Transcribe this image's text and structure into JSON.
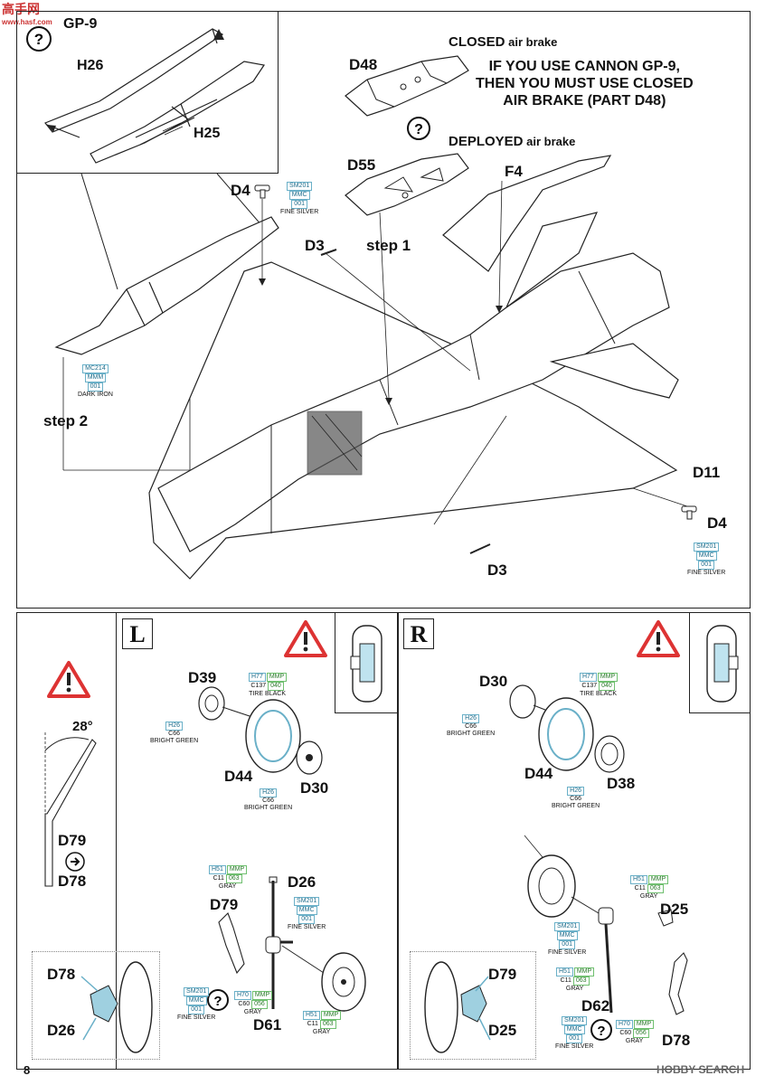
{
  "watermark_top": {
    "line1": "高手网",
    "line2": "www.hasf.com"
  },
  "watermark_bottom": "HOBBY SEARCH",
  "page_number": "8",
  "step_top": {
    "inset_title": "GP-9",
    "labels": {
      "H26": "H26",
      "H25": "H25",
      "D48": "D48",
      "D55": "D55",
      "F4": "F4",
      "D4_top": "D4",
      "D3_top": "D3",
      "D11": "D11",
      "D4_right": "D4",
      "D3_bottom": "D3",
      "step1": "step 1",
      "step2": "step 2"
    },
    "closed_label": {
      "bold": "CLOSED",
      "rest": " air brake"
    },
    "deployed_label": {
      "bold": "DEPLOYED",
      "rest": " air brake"
    },
    "warning": [
      "IF YOU USE CANNON GP-9,",
      "THEN YOU MUST USE CLOSED",
      "AIR BRAKE (PART D48)"
    ],
    "question": "?",
    "paints": {
      "fine_silver_1": {
        "codes": [
          "SM201",
          "MMC",
          "001"
        ],
        "name": "FINE SILVER"
      },
      "dark_iron": {
        "codes": [
          "MC214",
          "MMM",
          "001"
        ],
        "name": "DARK IRON"
      },
      "fine_silver_2": {
        "codes": [
          "SM201",
          "MMC",
          "001"
        ],
        "name": "FINE SILVER"
      }
    }
  },
  "left_panel": {
    "angle": "28°",
    "d79": "D79",
    "d78": "D78"
  },
  "panel_L": {
    "tab": "L",
    "labels": {
      "d39": "D39",
      "d44": "D44",
      "d30": "D30",
      "d26": "D26",
      "d79": "D79",
      "d61": "D61",
      "inset_d78": "D78",
      "inset_d26": "D26"
    },
    "paints": {
      "tire": {
        "h": "H77",
        "mmp": "MMP",
        "c": "C137",
        "n": "040",
        "name": "TIRE BLACK"
      },
      "green1": {
        "h": "H26",
        "c": "C66",
        "name": "BRIGHT GREEN"
      },
      "green2": {
        "h": "H26",
        "c": "C66",
        "name": "BRIGHT GREEN"
      },
      "gray1": {
        "h": "H51",
        "mmp": "MMP",
        "c": "C11",
        "n": "063",
        "name": "GRAY"
      },
      "silver1": {
        "codes": [
          "SM201",
          "MMC",
          "001"
        ],
        "name": "FINE SILVER"
      },
      "silver2": {
        "codes": [
          "SM201",
          "MMC",
          "001"
        ],
        "name": "FINE SILVER"
      },
      "gray2": {
        "h": "H70",
        "mmp": "MMP",
        "c": "C60",
        "n": "056",
        "name": "GRAY"
      },
      "gray3": {
        "h": "H51",
        "mmp": "MMP",
        "c": "C11",
        "n": "063",
        "name": "GRAY"
      }
    },
    "question": "?"
  },
  "panel_R": {
    "tab": "R",
    "labels": {
      "d30": "D30",
      "d44": "D44",
      "d38": "D38",
      "d25": "D25",
      "d62": "D62",
      "d78": "D78",
      "inset_d79": "D79",
      "inset_d25": "D25"
    },
    "paints": {
      "tire": {
        "h": "H77",
        "mmp": "MMP",
        "c": "C137",
        "n": "040",
        "name": "TIRE BLACK"
      },
      "green1": {
        "h": "H26",
        "c": "C66",
        "name": "BRIGHT GREEN"
      },
      "green2": {
        "h": "H26",
        "c": "C66",
        "name": "BRIGHT GREEN"
      },
      "gray1": {
        "h": "H51",
        "mmp": "MMP",
        "c": "C11",
        "n": "063",
        "name": "GRAY"
      },
      "silver1": {
        "codes": [
          "SM201",
          "MMC",
          "001"
        ],
        "name": "FINE SILVER"
      },
      "gray2": {
        "h": "H51",
        "mmp": "MMP",
        "c": "C11",
        "n": "063",
        "name": "GRAY"
      },
      "silver2": {
        "codes": [
          "SM201",
          "MMC",
          "001"
        ],
        "name": "FINE SILVER"
      },
      "gray3": {
        "h": "H70",
        "mmp": "MMP",
        "c": "C60",
        "n": "056",
        "name": "GRAY"
      }
    },
    "question": "?"
  }
}
